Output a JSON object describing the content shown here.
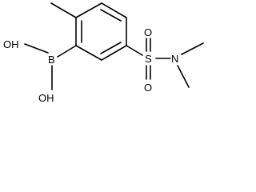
{
  "molecule": {
    "atoms": {
      "oh_top": "OH",
      "boron": "B",
      "oh_bottom": "OH",
      "sulfur": "S",
      "oxygen_top": "O",
      "oxygen_bottom": "O",
      "nitrogen": "N"
    }
  }
}
